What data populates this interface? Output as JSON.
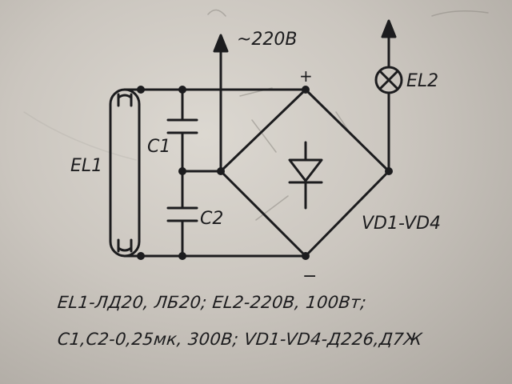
{
  "diagram": {
    "supply_label": "~220В",
    "terminal_plus": "+",
    "terminal_minus": "−",
    "components": {
      "lamp_fluorescent": "EL1",
      "lamp_indicator": "EL2",
      "capacitor_1": "C1",
      "capacitor_2": "C2",
      "bridge": "VD1-VD4"
    }
  },
  "caption": {
    "line1": "EL1-ЛД20, ЛБ20; EL2-220В, 100Вт;",
    "line2": "C1,C2-0,25мк, 300В;  VD1-VD4-Д226,Д7Ж"
  },
  "colors": {
    "ink": "#1c1c1e",
    "paper": "#d4d0c9"
  }
}
